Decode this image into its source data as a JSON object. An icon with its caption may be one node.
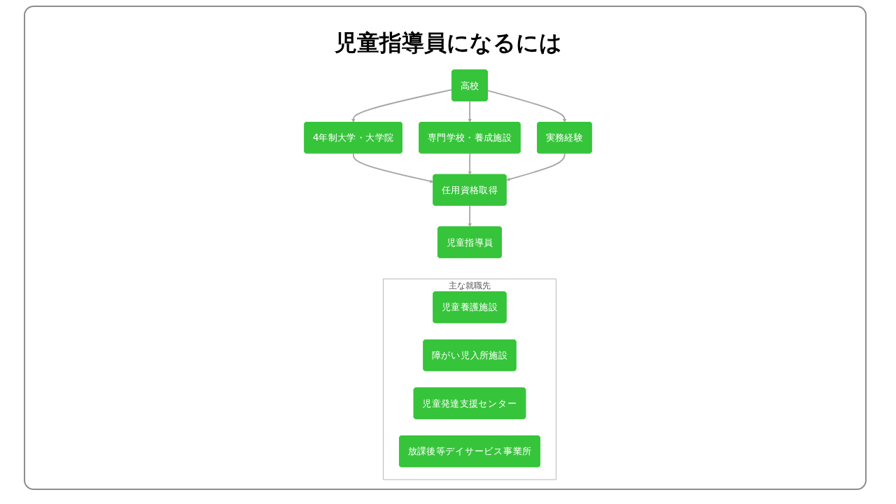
{
  "diagram": {
    "title": "児童指導員になるには",
    "nodes": [
      {
        "text": [
          "高校"
        ]
      },
      {
        "text": [
          "4年制大学・大学院"
        ]
      },
      {
        "text": [
          "専門学校・養成施設"
        ]
      },
      {
        "text": [
          "実務経験"
        ]
      },
      {
        "text": [
          "任用資格取得"
        ]
      },
      {
        "text": [
          "児童指導員"
        ]
      },
      {
        "text": [
          "主な就職先"
        ]
      },
      {
        "text": [
          "児童養護施設"
        ],
        "in": 6
      },
      {
        "text": [
          "障がい児入所施設"
        ],
        "in": 6
      },
      {
        "text": [
          "児童発達支援センター"
        ],
        "in": 6
      },
      {
        "text": [
          "放課後等デイサービス事業所"
        ],
        "in": 6
      }
    ],
    "edges": [
      {
        "from": 0,
        "to": 1,
        "arrow": "to"
      },
      {
        "from": 0,
        "to": 2,
        "arrow": "to"
      },
      {
        "from": 0,
        "to": 3,
        "arrow": "to"
      },
      {
        "from": 1,
        "to": 4,
        "arrow": "to"
      },
      {
        "from": 2,
        "to": 4,
        "arrow": "to"
      },
      {
        "from": 3,
        "to": 4,
        "arrow": "to"
      },
      {
        "from": 4,
        "to": 5,
        "arrow": "to"
      }
    ]
  }
}
